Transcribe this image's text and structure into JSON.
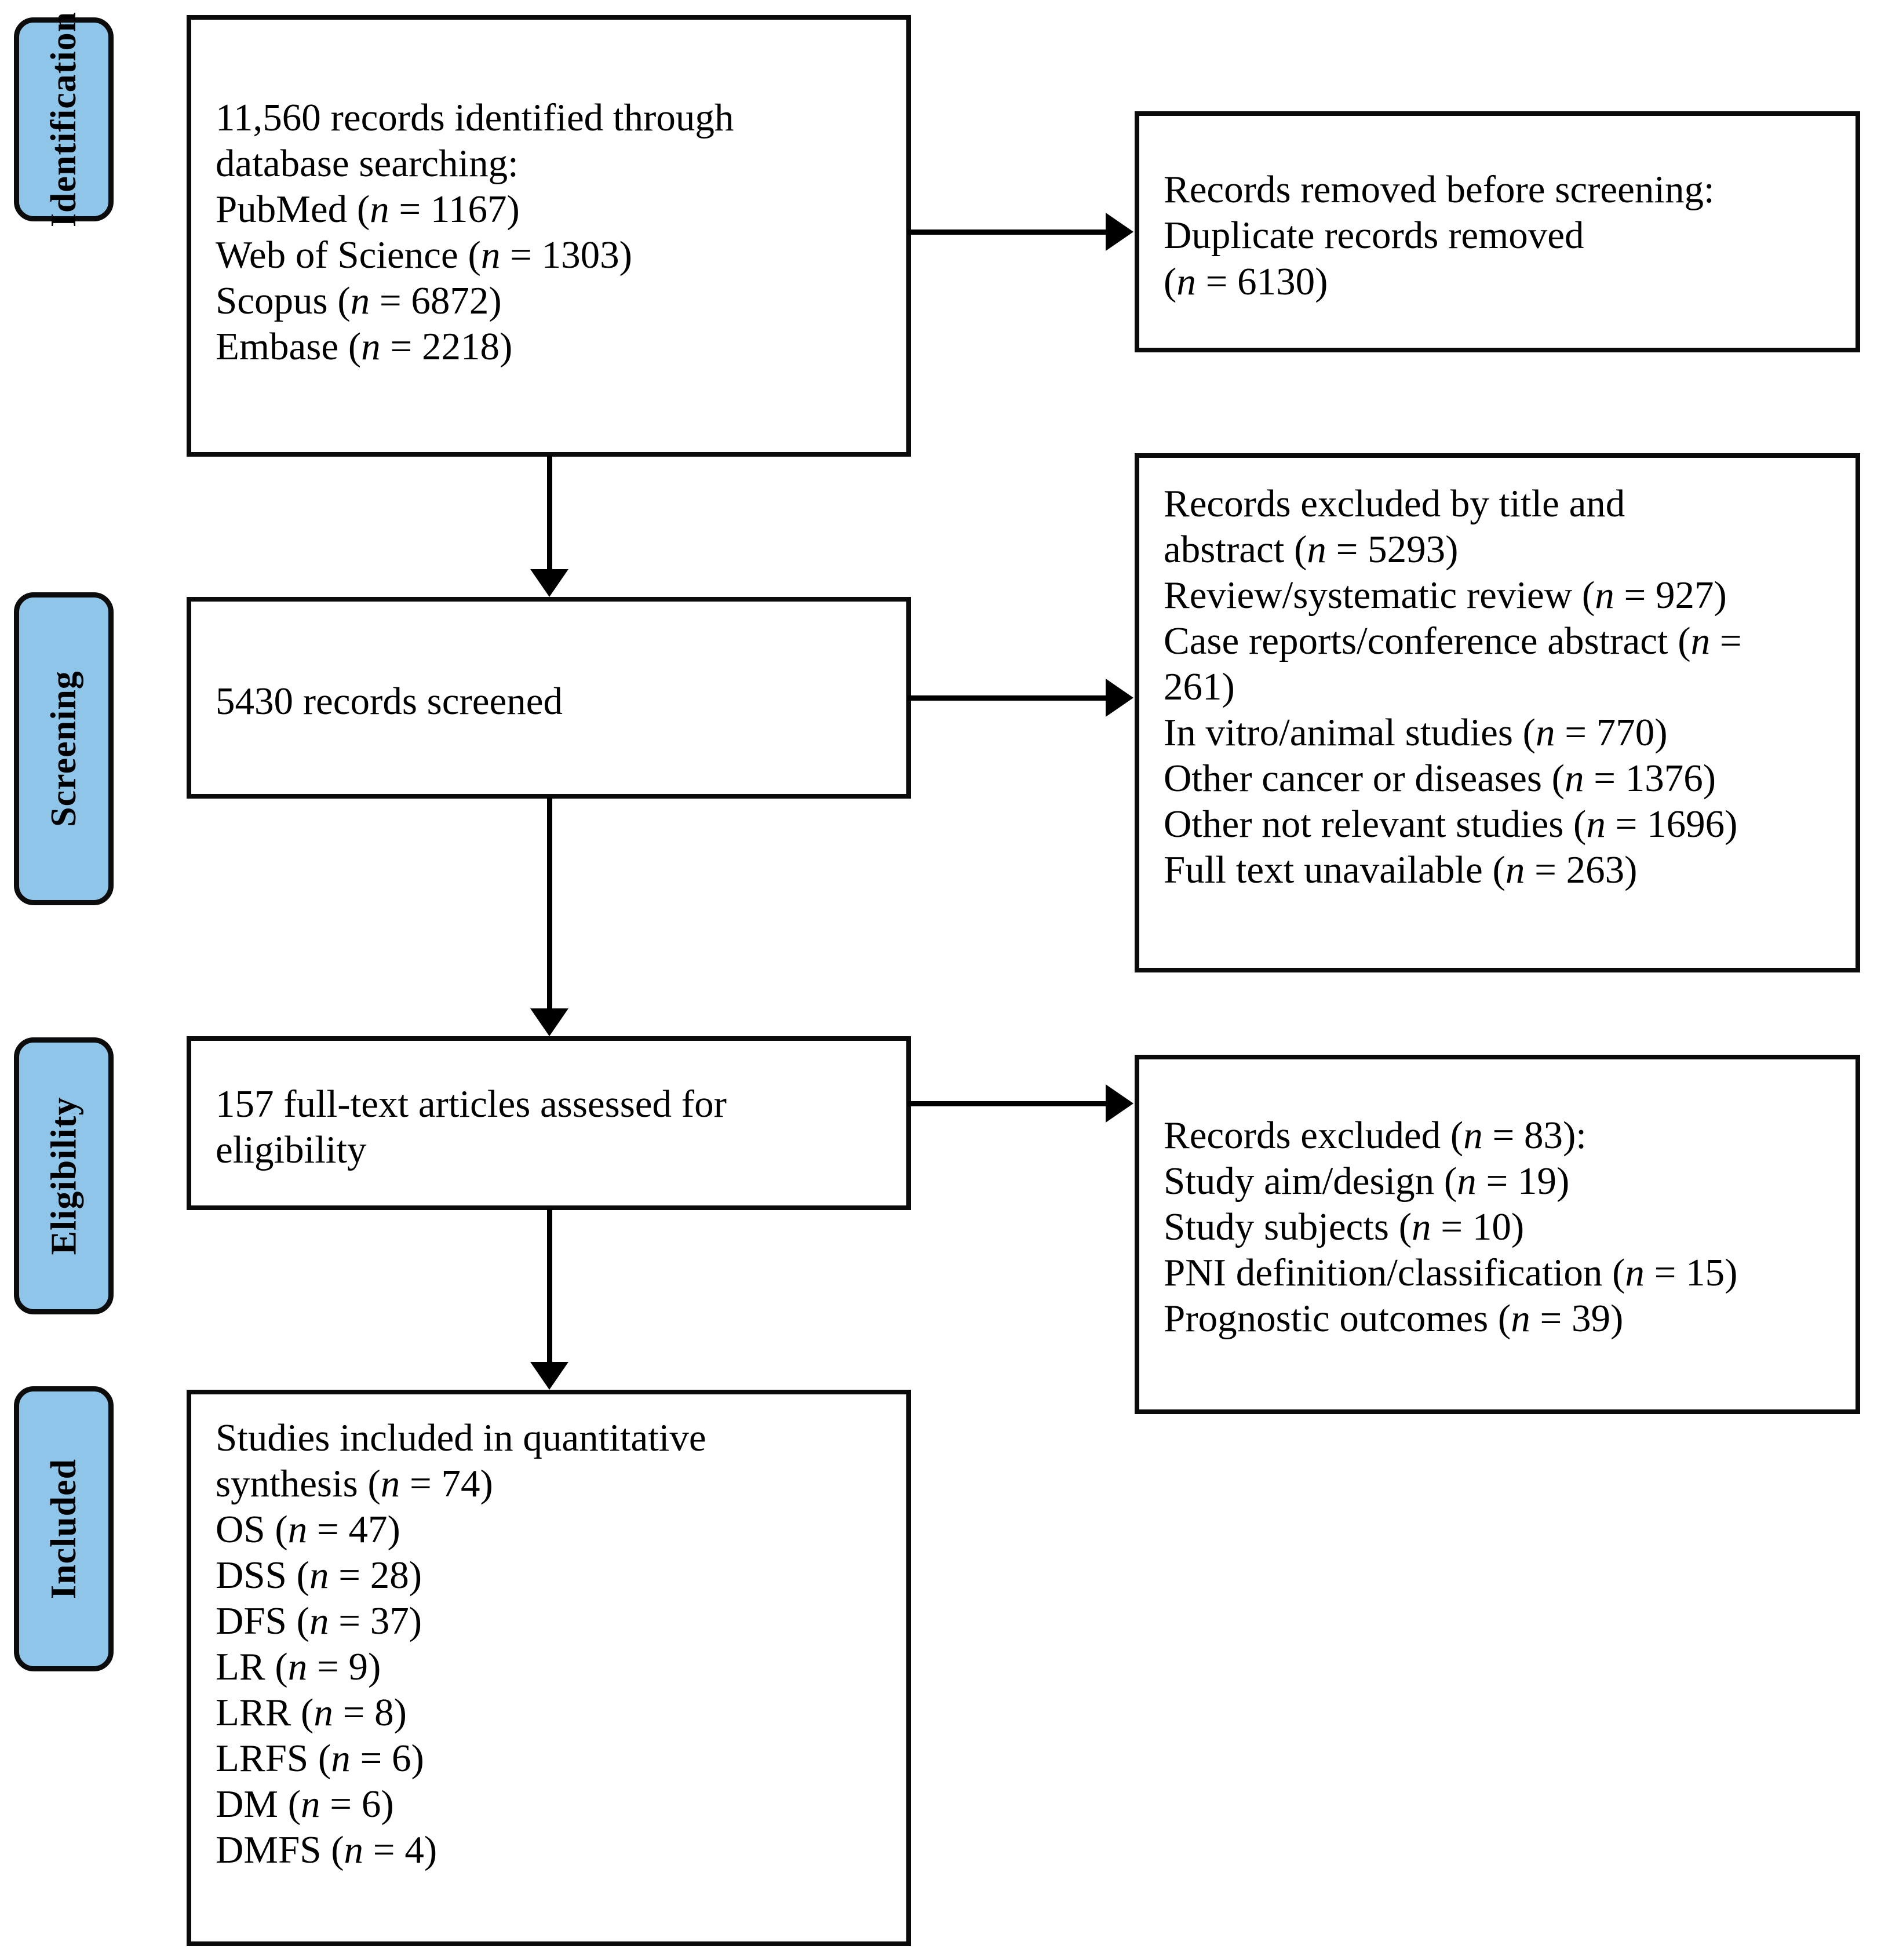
{
  "diagram": {
    "type": "PRISMA flow diagram",
    "stages": [
      {
        "key": "identification",
        "label": "Identification"
      },
      {
        "key": "screening",
        "label": "Screening"
      },
      {
        "key": "eligibility",
        "label": "Eligibility"
      },
      {
        "key": "included",
        "label": "Included"
      }
    ],
    "colors": {
      "stage_fill": "#8ec5e8",
      "stage_border": "#0c0c0c",
      "box_fill": "#ffffff",
      "box_border": "#0b0b0b",
      "connector": "#000000",
      "text": "#000000"
    }
  },
  "identification_box": {
    "lines": [
      "11,560 records identified  through",
      "database searching:",
      "PubMed (n = 1167)",
      "Web of Science (n = 1303)",
      "Scopus (n = 6872)",
      "Embase (n = 2218)"
    ],
    "total_records": 11560,
    "sources": [
      {
        "name": "PubMed",
        "n": 1167
      },
      {
        "name": "Web of Science",
        "n": 1303
      },
      {
        "name": "Scopus",
        "n": 6872
      },
      {
        "name": "Embase",
        "n": 2218
      }
    ]
  },
  "removed_box": {
    "lines": [
      "Records removed before screening:",
      "Duplicate  records removed",
      "(n = 6130)"
    ],
    "duplicates_removed": 6130
  },
  "screening_box": {
    "lines": [
      "5430 records screened"
    ],
    "records_screened": 5430
  },
  "screening_excluded_box": {
    "lines": [
      "Records excluded by title  and",
      "abstract (n = 5293)",
      "Review/systematic  review  (n = 927)",
      "Case reports/conference abstract (n =",
      "261)",
      "In vitro/animal  studies (n = 770)",
      "Other cancer or diseases (n = 1376)",
      "Other not relevant  studies (n = 1696)",
      "Full  text unavailable  (n = 263)"
    ],
    "reasons": [
      {
        "reason": "Records excluded by title and abstract",
        "n": 5293
      },
      {
        "reason": "Review/systematic review",
        "n": 927
      },
      {
        "reason": "Case reports/conference abstract",
        "n": 261
      },
      {
        "reason": "In vitro/animal studies",
        "n": 770
      },
      {
        "reason": "Other cancer or diseases",
        "n": 1376
      },
      {
        "reason": "Other not relevant studies",
        "n": 1696
      },
      {
        "reason": "Full text unavailable",
        "n": 263
      }
    ]
  },
  "eligibility_box": {
    "lines": [
      "157 full-text  articles  assessed for",
      "eligibility"
    ],
    "fulltext_assessed": 157
  },
  "eligibility_excluded_box": {
    "lines": [
      "Records excluded (n = 83):",
      "Study aim/design  (n = 19)",
      "Study subjects (n = 10)",
      "PNI definition/classification  (n = 15)",
      "Prognostic outcomes (n = 39)"
    ],
    "total_excluded": 83,
    "reasons": [
      {
        "reason": "Study aim/design",
        "n": 19
      },
      {
        "reason": "Study subjects",
        "n": 10
      },
      {
        "reason": "PNI definition/classification",
        "n": 15
      },
      {
        "reason": "Prognostic outcomes",
        "n": 39
      }
    ]
  },
  "included_box": {
    "lines": [
      "Studies included in quantitative",
      "synthesis (n = 74)",
      "OS (n = 47)",
      "DSS (n = 28)",
      "DFS (n = 37)",
      "LR (n = 9)",
      "LRR (n = 8)",
      "LRFS (n = 6)",
      "DM (n = 6)",
      "DMFS (n = 4)"
    ],
    "studies_included": 74,
    "outcomes": [
      {
        "outcome": "OS",
        "n": 47
      },
      {
        "outcome": "DSS",
        "n": 28
      },
      {
        "outcome": "DFS",
        "n": 37
      },
      {
        "outcome": "LR",
        "n": 9
      },
      {
        "outcome": "LRR",
        "n": 8
      },
      {
        "outcome": "LRFS",
        "n": 6
      },
      {
        "outcome": "DM",
        "n": 6
      },
      {
        "outcome": "DMFS",
        "n": 4
      }
    ]
  }
}
